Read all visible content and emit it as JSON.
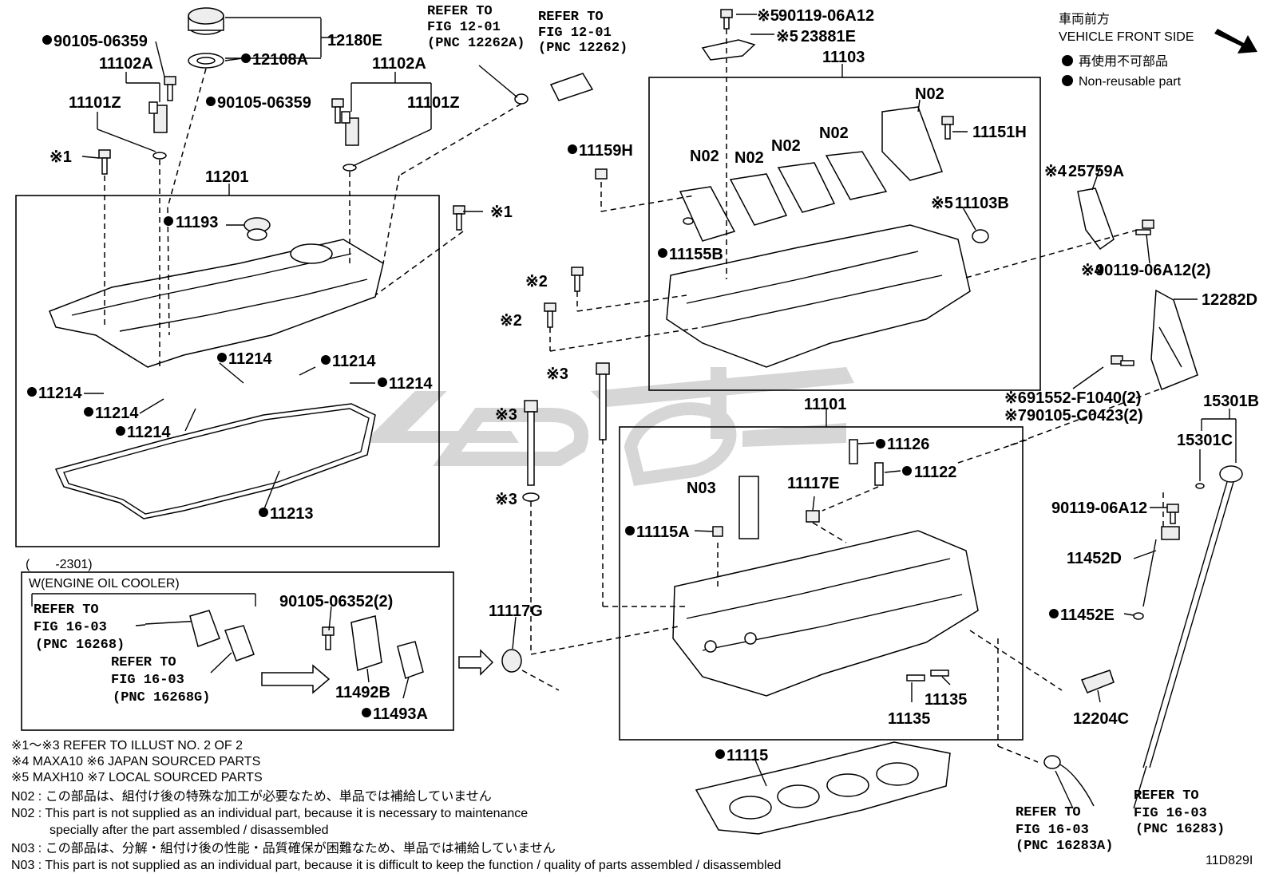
{
  "diagram_code": "11D829I",
  "legend": {
    "jp_front": "車両前方",
    "en_front": "VEHICLE FRONT SIDE",
    "jp_nonreuse": "再使用不可部品",
    "en_nonreuse": "Non-reusable part"
  },
  "refer_notes": {
    "r1": [
      "REFER TO",
      "FIG 12-01",
      "(PNC 12262A)"
    ],
    "r2": [
      "REFER TO",
      "FIG 12-01",
      "(PNC 12262)"
    ],
    "r3": [
      "REFER TO",
      "FIG 16-03",
      "(PNC 16268)"
    ],
    "r4": [
      "REFER TO",
      "FIG 16-03",
      "(PNC 16268G)"
    ],
    "r5": [
      "REFER TO",
      "FIG 16-03",
      "(PNC 16283A)"
    ],
    "r6": [
      "REFER TO",
      "FIG 16-03",
      "(PNC 16283)"
    ]
  },
  "labels": {
    "p_90105_06359_a": "90105-06359",
    "p_90105_06359_b": "90105-06359",
    "p_12180E": "12180E",
    "p_12108A": "12108A",
    "p_11102A_l": "11102A",
    "p_11102A_r": "11102A",
    "p_11101Z_l": "11101Z",
    "p_11101Z_r": "11101Z",
    "p_x1_a": "※1",
    "p_x1_b": "※1",
    "p_11201": "11201",
    "p_11193": "11193",
    "p_11214_a": "11214",
    "p_11214_b": "11214",
    "p_11214_c": "11214",
    "p_11214_d": "11214",
    "p_11214_e": "11214",
    "p_11214_f": "11214",
    "p_11213": "11213",
    "p_x5_bolt": "90119-06A12",
    "p_x5_23881E": "23881E",
    "p_11103": "11103",
    "p_N02_top": "N02",
    "p_11151H": "11151H",
    "p_N02_1": "N02",
    "p_N02_2": "N02",
    "p_N02_3": "N02",
    "p_N02_4": "N02",
    "p_11159H": "11159H",
    "p_11103B": "11103B",
    "p_11155B": "11155B",
    "p_x2_a": "※2",
    "p_x2_b": "※2",
    "p_x3_a": "※3",
    "p_x3_b": "※3",
    "p_x3_c": "※3",
    "p_25759A": "25759A",
    "p_x4_bolt": "90119-06A12(2)",
    "p_12282D": "12282D",
    "p_x6_bolt": "91552-F1040(2)",
    "p_x7_bolt": "90105-C0423(2)",
    "p_15301B": "15301B",
    "p_15301C": "15301C",
    "p_11101": "11101",
    "p_11126": "11126",
    "p_11122": "11122",
    "p_N03": "N03",
    "p_11117E": "11117E",
    "p_11115A": "11115A",
    "p_90119_06A12": "90119-06A12",
    "p_11452D": "11452D",
    "p_11452E": "11452E",
    "p_11117G": "11117G",
    "p_11135_a": "11135",
    "p_11135_b": "11135",
    "p_12204C": "12204C",
    "p_11115": "11115",
    "p_90105_06352": "90105-06352(2)",
    "p_11492B": "11492B",
    "p_11493A": "11493A",
    "p_2301": "(　　-2301)",
    "p_oilcooler": "W(ENGINE OIL COOLER)"
  },
  "footnotes": [
    "※1～※3  REFER TO ILLUST NO. 2 OF 2",
    "※4 MAXA10    ※6 JAPAN SOURCED PARTS",
    "※5 MAXH10    ※7 LOCAL SOURCED PARTS",
    "N02 : この部品は、組付け後の特殊な加工が必要なため、単品では補給していません",
    "N02 : This part is not supplied as an individual part, because it is necessary to maintenance",
    "specially after the part assembled / disassembled",
    "N03 : この部品は、分解・組付け後の性能・品質確保が困難なため、単品では補給していません",
    "N03 : This part is not supplied as an individual part, because it is difficult to keep the function / quality of parts  assembled / disassembled"
  ],
  "colors": {
    "ink": "#000000",
    "watermark": "#c8c8c8"
  }
}
